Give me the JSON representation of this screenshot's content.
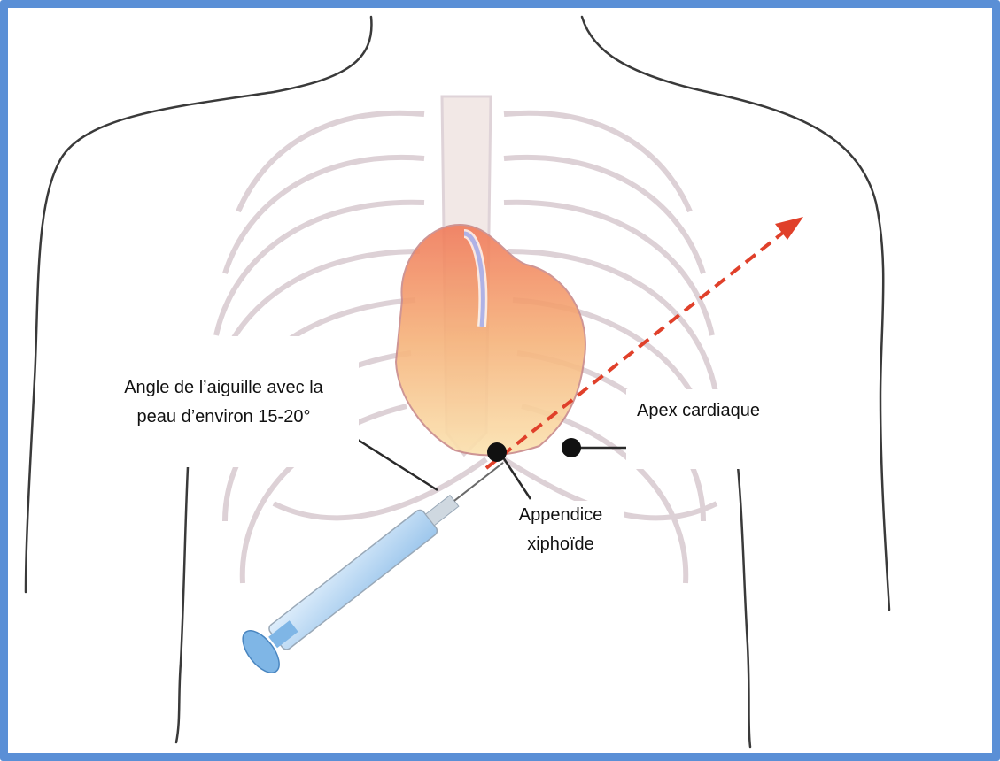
{
  "frame_color": "#5a8fd6",
  "labels": {
    "angle": [
      "Angle de l’aiguille avec la",
      "peau d’environ 15-20°"
    ],
    "apex": "Apex cardiaque",
    "xiphoid": [
      "Appendice",
      "xiphoïde"
    ]
  },
  "colors": {
    "body_outline": "#3a3a3a",
    "ribs": "#d8c9cf",
    "heart": "#f08a6a",
    "arrow": "#e0402a",
    "syringe": "#7fb6e6",
    "marker": "#111111"
  }
}
